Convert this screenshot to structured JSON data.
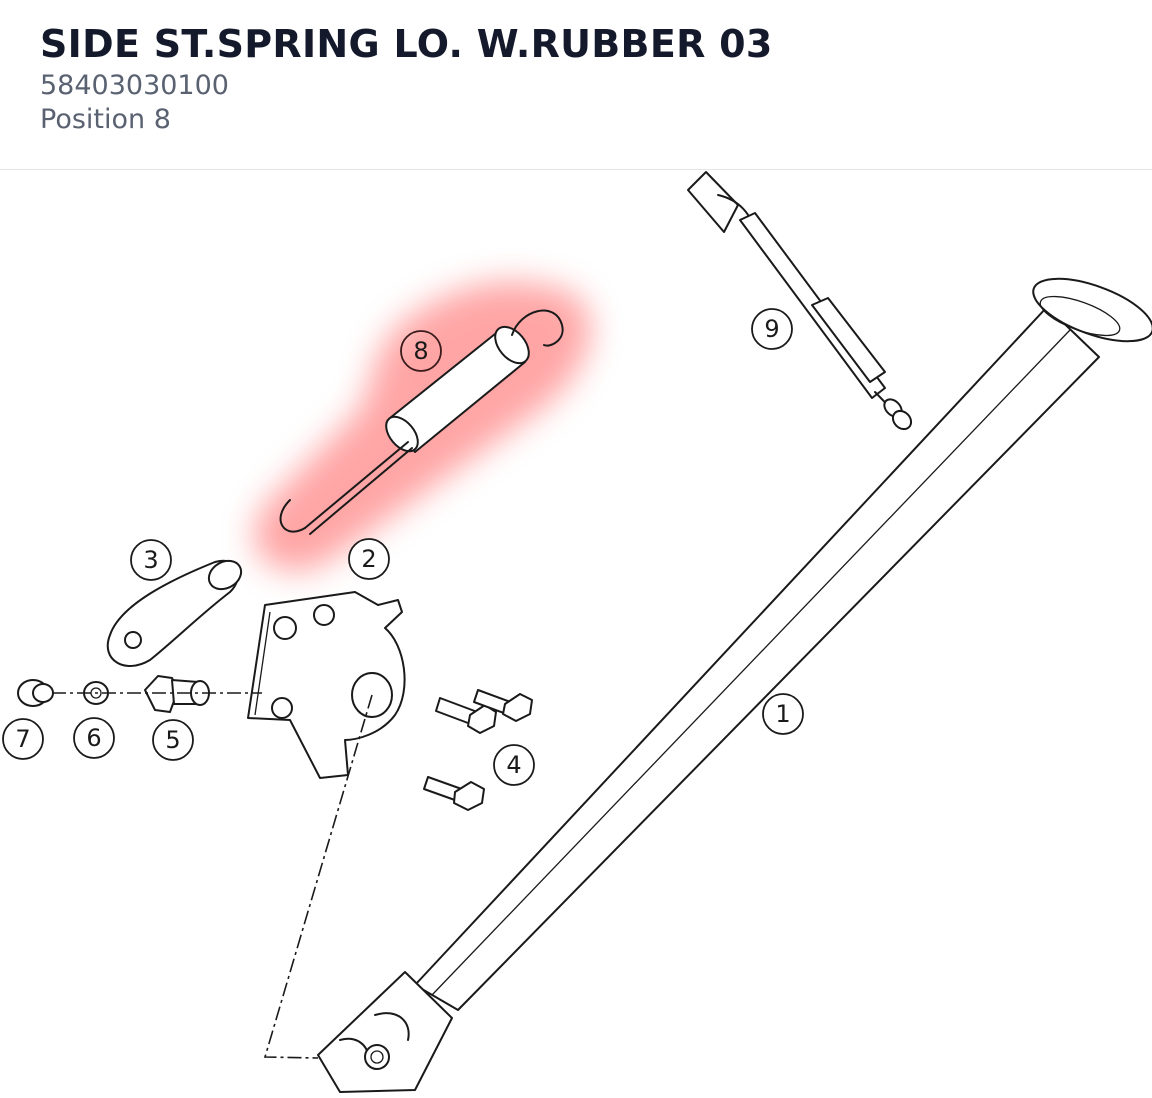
{
  "header": {
    "title": "SIDE ST.SPRING LO. W.RUBBER 03",
    "part_number": "58403030100",
    "position": "Position 8"
  },
  "diagram": {
    "highlight_color": "#ff6b6b",
    "highlighted_position": "8",
    "callouts": [
      {
        "label": "1"
      },
      {
        "label": "2"
      },
      {
        "label": "3"
      },
      {
        "label": "4"
      },
      {
        "label": "5"
      },
      {
        "label": "6"
      },
      {
        "label": "7"
      },
      {
        "label": "8"
      },
      {
        "label": "9"
      }
    ]
  }
}
